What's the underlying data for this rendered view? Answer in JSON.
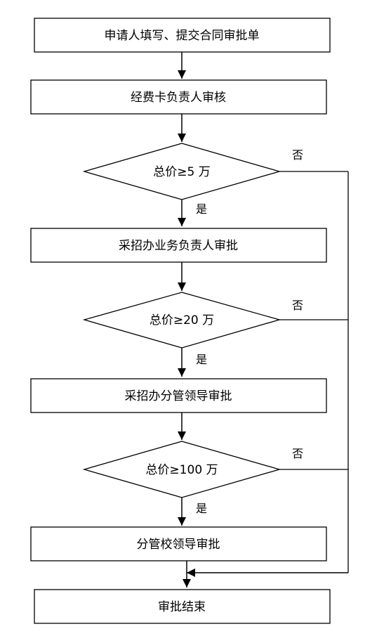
{
  "flowchart": {
    "steps": [
      "申请人填写、提交合同审批单",
      "经费卡负责人审核",
      "采招办业务负责人审批",
      "采招办分管领导审批",
      "分管校领导审批",
      "审批结束"
    ],
    "decisions": [
      "总价≥5 万",
      "总价≥20 万",
      "总价≥100 万"
    ],
    "yes_label": "是",
    "no_label": "否"
  }
}
